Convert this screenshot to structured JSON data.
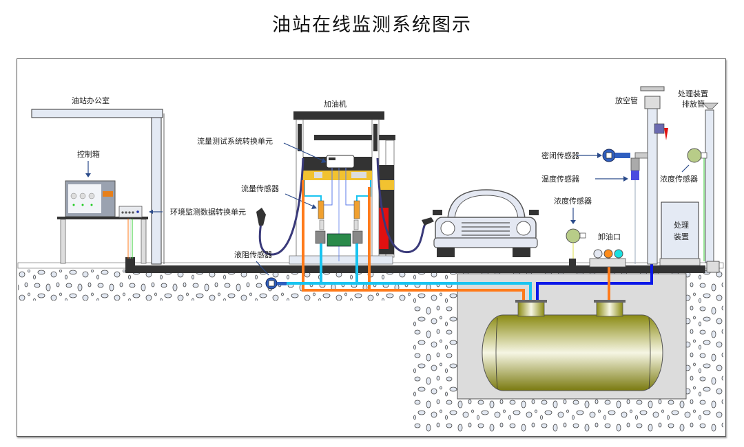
{
  "title": "油站在线监测系统图示",
  "labels": {
    "office": "油站办公室",
    "control_cabinet": "控制箱",
    "env_unit": "环境监测数据转换单元",
    "dispenser": "加油机",
    "flow_unit": "流量测试系统转换单元",
    "flow_sensor": "流量传感器",
    "liquid_resist_sensor": "液阻传感器",
    "vent_pipe": "放空管",
    "treatment_vent_line1": "处理装置",
    "treatment_vent_line2": "排放管",
    "seal_sensor": "密闭传感器",
    "temp_sensor": "温度传感器",
    "conc_sensor_right": "浓度传感器",
    "conc_sensor_mid": "浓度传感器",
    "unload_port": "卸油口",
    "treatment_line1": "处理",
    "treatment_line2": "装置"
  },
  "colors": {
    "oil_line": "#ff7a1a",
    "vapor_line": "#19c4f0",
    "vent_line": "#0a18e8",
    "tank": "#8a8a12",
    "ground": "#333333",
    "sensor_blue": "#2f5fc0",
    "sensor_green": "#b8cc88"
  }
}
